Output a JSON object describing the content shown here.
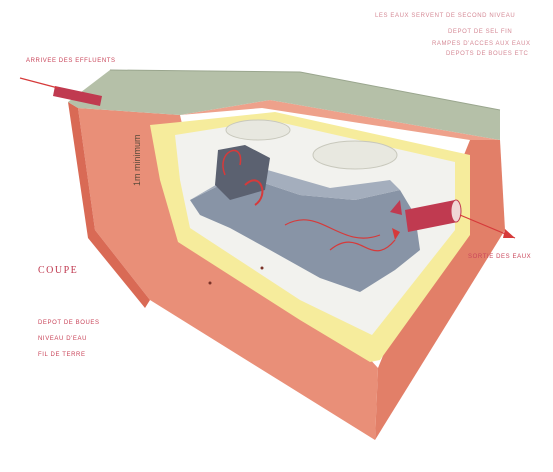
{
  "labels": {
    "top_right_1": "LES EAUX SERVENT DE SECOND NIVEAU",
    "top_right_2": "DEPOT DE SEL FIN",
    "top_right_3": "RAMPES D'ACCES AUX EAUX",
    "top_right_4": "DEPOTS DE BOUES ETC",
    "arrivee": "ARRIVEE DES EFFLUENTS",
    "sortie": "SORTIE DES EAUX",
    "coupe": "COUPE",
    "legend_1": "DEPOT DE BOUES",
    "legend_2": "NIVEAU D'EAU",
    "legend_3": "FIL DE TERRE",
    "dimension": "1m minimum"
  },
  "colors": {
    "wall_outer": "#e98f78",
    "wall_dark": "#d96a55",
    "wall_light": "#f2b09c",
    "lining": "#f6ec9c",
    "lining_dark": "#eedc70",
    "top_cover": "#b5c0a8",
    "interior": "#f2f2ee",
    "water": "#8894a6",
    "arrow": "#d63a3a"
  }
}
